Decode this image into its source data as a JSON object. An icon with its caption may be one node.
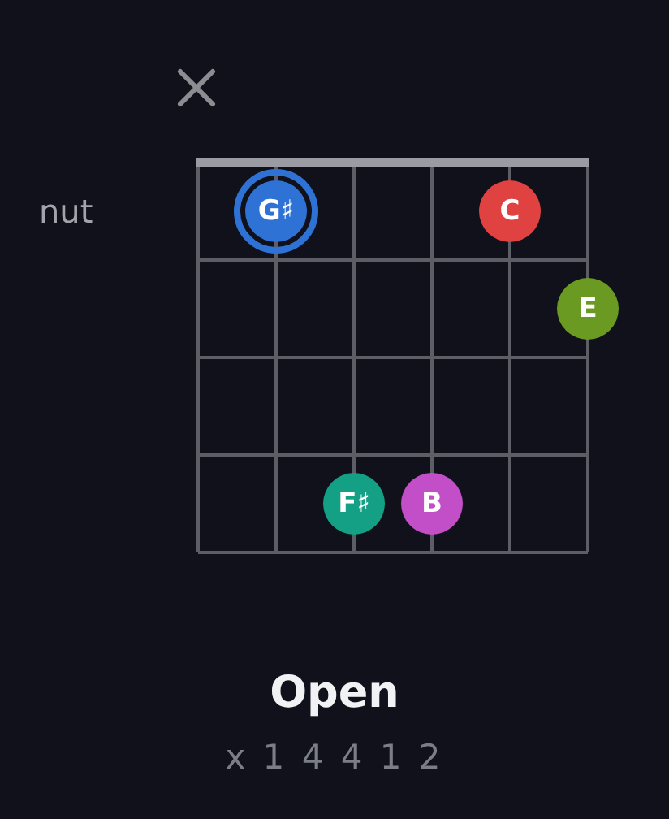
{
  "diagram": {
    "title": "Open",
    "nodes": [
      {
        "text": [
          "G♯"
        ]
      },
      {
        "text": [
          "C"
        ]
      },
      {
        "text": [
          "E"
        ]
      },
      {
        "text": [
          "F♯"
        ]
      },
      {
        "text": [
          "B"
        ]
      }
    ],
    "edges": [],
    "labels": [
      "nut",
      "x 1 4 4 1 2"
    ]
  }
}
